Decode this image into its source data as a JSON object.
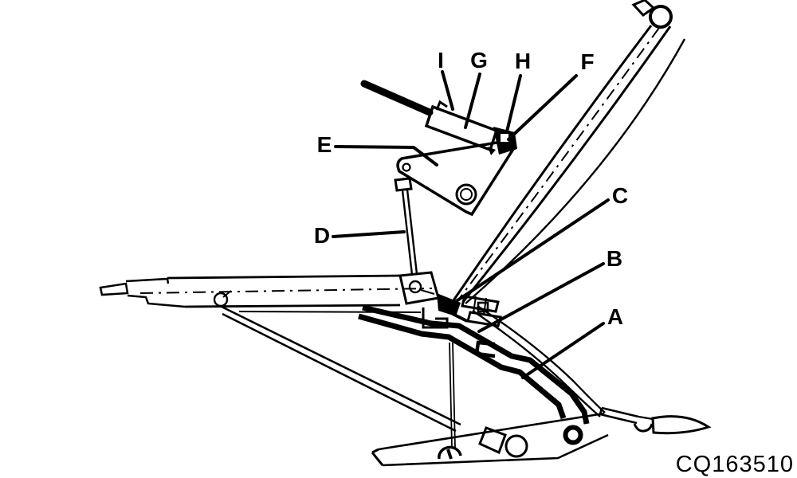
{
  "figure": {
    "code": "CQ163510",
    "style": {
      "background": "#ffffff",
      "ink": "#000000"
    },
    "callouts": [
      {
        "label": "I"
      },
      {
        "label": "G"
      },
      {
        "label": "H"
      },
      {
        "label": "F"
      },
      {
        "label": "E"
      },
      {
        "label": "D"
      },
      {
        "label": "C"
      },
      {
        "label": "B"
      },
      {
        "label": "A"
      }
    ]
  }
}
